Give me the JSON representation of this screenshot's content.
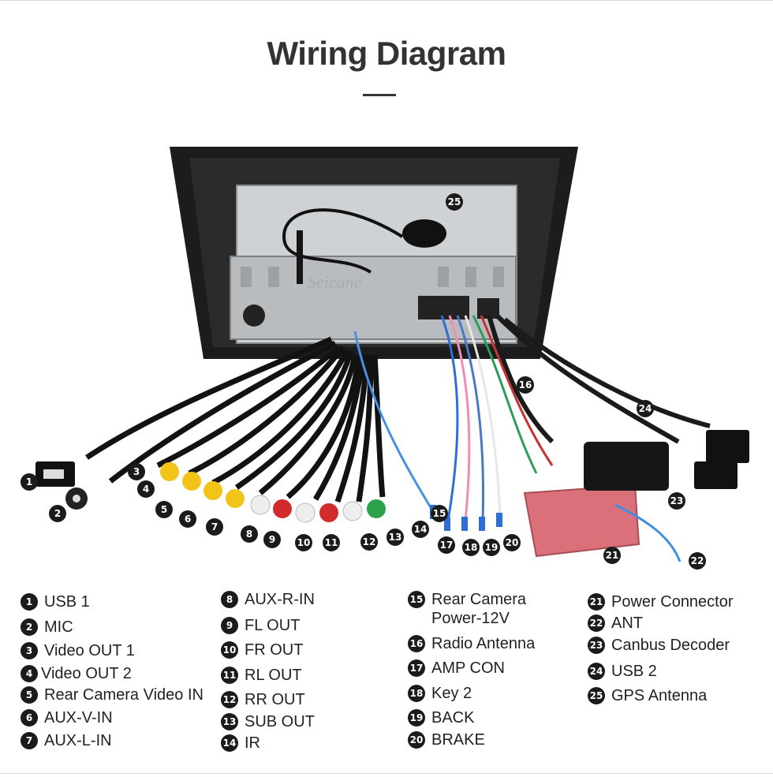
{
  "title": "Wiring Diagram",
  "watermark": "Seicane",
  "legend": [
    {
      "num": "1",
      "label": "USB 1"
    },
    {
      "num": "2",
      "label": "MIC"
    },
    {
      "num": "3",
      "label": "Video OUT 1"
    },
    {
      "num": "4",
      "label": "Video OUT 2"
    },
    {
      "num": "5",
      "label": "Rear Camera Video IN"
    },
    {
      "num": "6",
      "label": "AUX-V-IN"
    },
    {
      "num": "7",
      "label": "AUX-L-IN"
    },
    {
      "num": "8",
      "label": "AUX-R-IN"
    },
    {
      "num": "9",
      "label": "FL OUT"
    },
    {
      "num": "10",
      "label": "FR OUT"
    },
    {
      "num": "11",
      "label": "RL OUT"
    },
    {
      "num": "12",
      "label": "RR OUT"
    },
    {
      "num": "13",
      "label": "SUB OUT"
    },
    {
      "num": "14",
      "label": "IR"
    },
    {
      "num": "15",
      "label": "Rear Camera\nPower-12V"
    },
    {
      "num": "16",
      "label": "Radio Antenna"
    },
    {
      "num": "17",
      "label": "AMP CON"
    },
    {
      "num": "18",
      "label": "Key 2"
    },
    {
      "num": "19",
      "label": "BACK"
    },
    {
      "num": "20",
      "label": "BRAKE"
    },
    {
      "num": "21",
      "label": "Power Connector"
    },
    {
      "num": "22",
      "label": "ANT"
    },
    {
      "num": "23",
      "label": "Canbus Decoder"
    },
    {
      "num": "24",
      "label": "USB 2"
    },
    {
      "num": "25",
      "label": "GPS Antenna"
    }
  ]
}
